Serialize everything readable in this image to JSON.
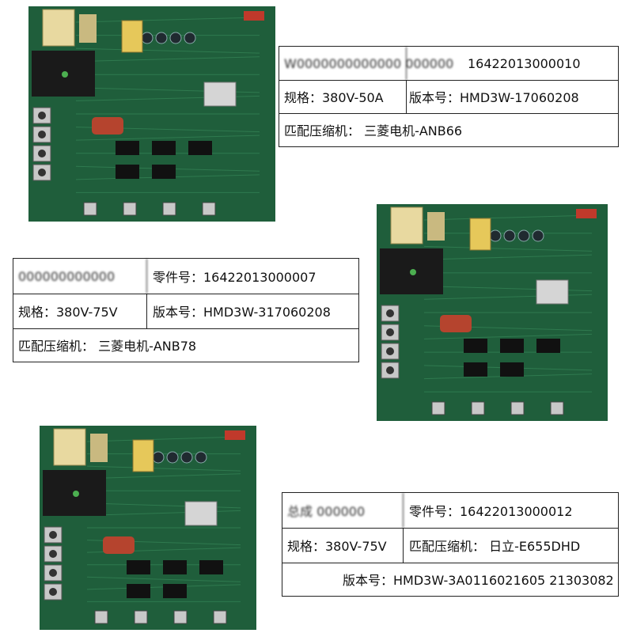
{
  "panels": [
    {
      "rows": [
        {
          "cells": [
            {
              "text": "W0000000000000 000000",
              "blurred": true
            },
            {
              "text": "16422013000010"
            }
          ]
        },
        {
          "cells": [
            {
              "text": "规格：380V-50A"
            },
            {
              "text": "版本号：HMD3W-17060208"
            }
          ]
        },
        {
          "cells": [
            {
              "text": "匹配压缩机：   三菱电机-ANB66"
            }
          ]
        }
      ]
    },
    {
      "rows": [
        {
          "cells": [
            {
              "text": "000000000000",
              "blurred": true
            },
            {
              "text": "零件号：16422013000007"
            }
          ]
        },
        {
          "cells": [
            {
              "text": "规格：380V-75V"
            },
            {
              "text": "版本号：HMD3W-317060208"
            }
          ]
        },
        {
          "cells": [
            {
              "text": "匹配压缩机：   三菱电机-ANB78"
            }
          ]
        }
      ]
    },
    {
      "rows": [
        {
          "cells": [
            {
              "text": "总成 000000",
              "blurred": true
            },
            {
              "text": "零件号：16422013000012"
            }
          ]
        },
        {
          "cells": [
            {
              "text": "规格：380V-75V"
            },
            {
              "text": "匹配压缩机：   日立-E655DHD"
            }
          ]
        },
        {
          "cells": [
            {
              "text": "版本号：HMD3W-3A0116021605 21303082"
            }
          ]
        }
      ]
    }
  ],
  "colors": {
    "pcb": "#1f5e3b",
    "connector_yellow": "#e8d9a0",
    "transformer_black": "#1a1a1a",
    "capacitor_red": "#b5442e",
    "terminal_silver": "#c8c8c8"
  }
}
